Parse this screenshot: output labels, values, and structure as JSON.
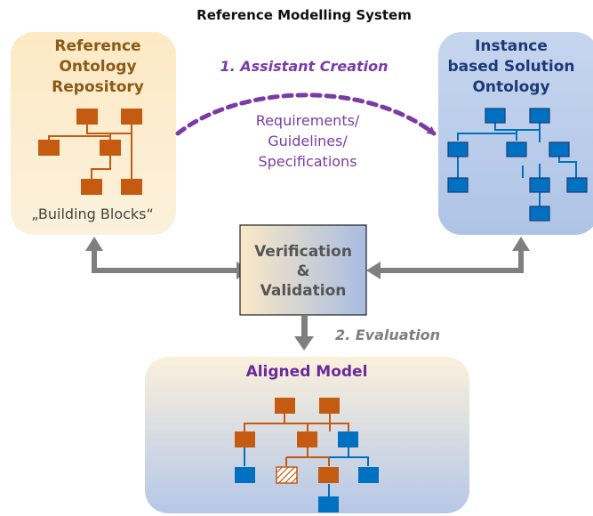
{
  "title": "Reference Modelling System",
  "reference_box": {
    "title_lines": [
      "Reference",
      "Ontology",
      "Repository"
    ],
    "caption": "„Building Blocks“"
  },
  "instance_box": {
    "title_lines": [
      "Instance",
      "based Solution",
      "Ontology"
    ]
  },
  "assistant_arrow": {
    "label": "1. Assistant Creation",
    "text_lines": [
      "Requirements/",
      "Guidelines/",
      "Specifications"
    ]
  },
  "vv_box": {
    "lines": [
      "Verification",
      "&",
      "Validation"
    ]
  },
  "evaluation_arrow": {
    "label": "2. Evaluation"
  },
  "aligned_box": {
    "title": "Aligned Model"
  },
  "colors": {
    "orange_node": "#c55a11",
    "blue_node": "#0070c0",
    "purple": "#7b3ba6",
    "grey_arrow": "#7f7f7f"
  },
  "icons": [
    "dashed-arc-arrow",
    "double-headed-arrow",
    "down-arrow",
    "hatched-node"
  ]
}
